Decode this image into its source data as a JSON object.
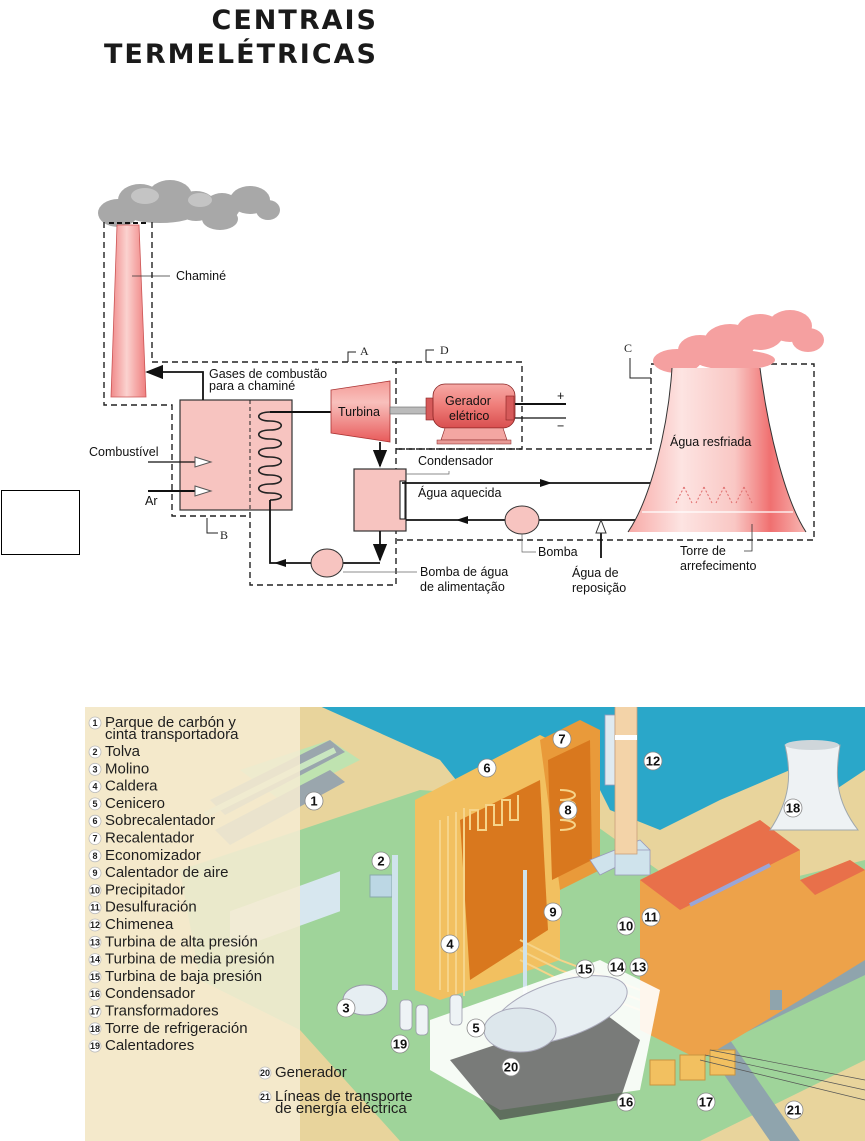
{
  "title": {
    "line1": "CENTRAIS",
    "line2": "TERMELÉTRICAS"
  },
  "schematic": {
    "labels": {
      "chimney": "Chaminé",
      "flue_gases_1": "Gases de combustão",
      "flue_gases_2": "para a chaminé",
      "turbine": "Turbina",
      "generator_1": "Gerador",
      "generator_2": "elétrico",
      "plus": "+",
      "minus": "−",
      "fuel": "Combustível",
      "air": "Ar",
      "condenser": "Condensador",
      "heated_water": "Água aquecida",
      "cooled_water": "Água resfriada",
      "pump": "Bomba",
      "feed_pump_1": "Bomba de água",
      "feed_pump_2": "de alimentação",
      "makeup_water_1": "Água de",
      "makeup_water_2": "reposição",
      "tower_1": "Torre de",
      "tower_2": "arrefecimento"
    },
    "zones": [
      "A",
      "B",
      "C",
      "D"
    ],
    "colors": {
      "component_fill": "#f7c4c0",
      "component_strong": "#ee7070",
      "smoke": "#a9a9a9",
      "steam_cloud": "#f5a0a0"
    }
  },
  "plant_illustration": {
    "legend": [
      {
        "n": "1",
        "label_1": "Parque de carbón y",
        "label_2": "cinta transportadora"
      },
      {
        "n": "2",
        "label_1": "Tolva"
      },
      {
        "n": "3",
        "label_1": "Molino"
      },
      {
        "n": "4",
        "label_1": "Caldera"
      },
      {
        "n": "5",
        "label_1": "Cenicero"
      },
      {
        "n": "6",
        "label_1": "Sobrecalentador"
      },
      {
        "n": "7",
        "label_1": "Recalentador"
      },
      {
        "n": "8",
        "label_1": "Economizador"
      },
      {
        "n": "9",
        "label_1": "Calentador de aire"
      },
      {
        "n": "10",
        "label_1": "Precipitador"
      },
      {
        "n": "11",
        "label_1": "Desulfuración"
      },
      {
        "n": "12",
        "label_1": "Chimenea"
      },
      {
        "n": "13",
        "label_1": "Turbina de alta presión"
      },
      {
        "n": "14",
        "label_1": "Turbina de media presión"
      },
      {
        "n": "15",
        "label_1": "Turbina de baja presión"
      },
      {
        "n": "16",
        "label_1": "Condensador"
      },
      {
        "n": "17",
        "label_1": "Transformadores"
      },
      {
        "n": "18",
        "label_1": "Torre de refrigeración"
      },
      {
        "n": "19",
        "label_1": "Calentadores"
      },
      {
        "n": "20",
        "label_1": "Generador"
      },
      {
        "n": "21",
        "label_1": "Líneas de transporte",
        "label_2": "de energía eléctrica"
      }
    ],
    "callouts": [
      "1",
      "2",
      "3",
      "4",
      "5",
      "6",
      "7",
      "8",
      "9",
      "10",
      "11",
      "12",
      "13",
      "14",
      "15",
      "16",
      "17",
      "18",
      "19",
      "20",
      "21"
    ],
    "colors": {
      "sand": "#e8d49c",
      "water": "#2aa7c9",
      "grass": "#9fd49a",
      "building_orange": "#eda24a",
      "roof_red": "#e8704a",
      "boiler_dark": "#d9781e",
      "boiler_light": "#f2c060",
      "metal": "#cfe3ec",
      "road": "#8fa4ad",
      "legend_bg": "#f5ecd2"
    }
  }
}
